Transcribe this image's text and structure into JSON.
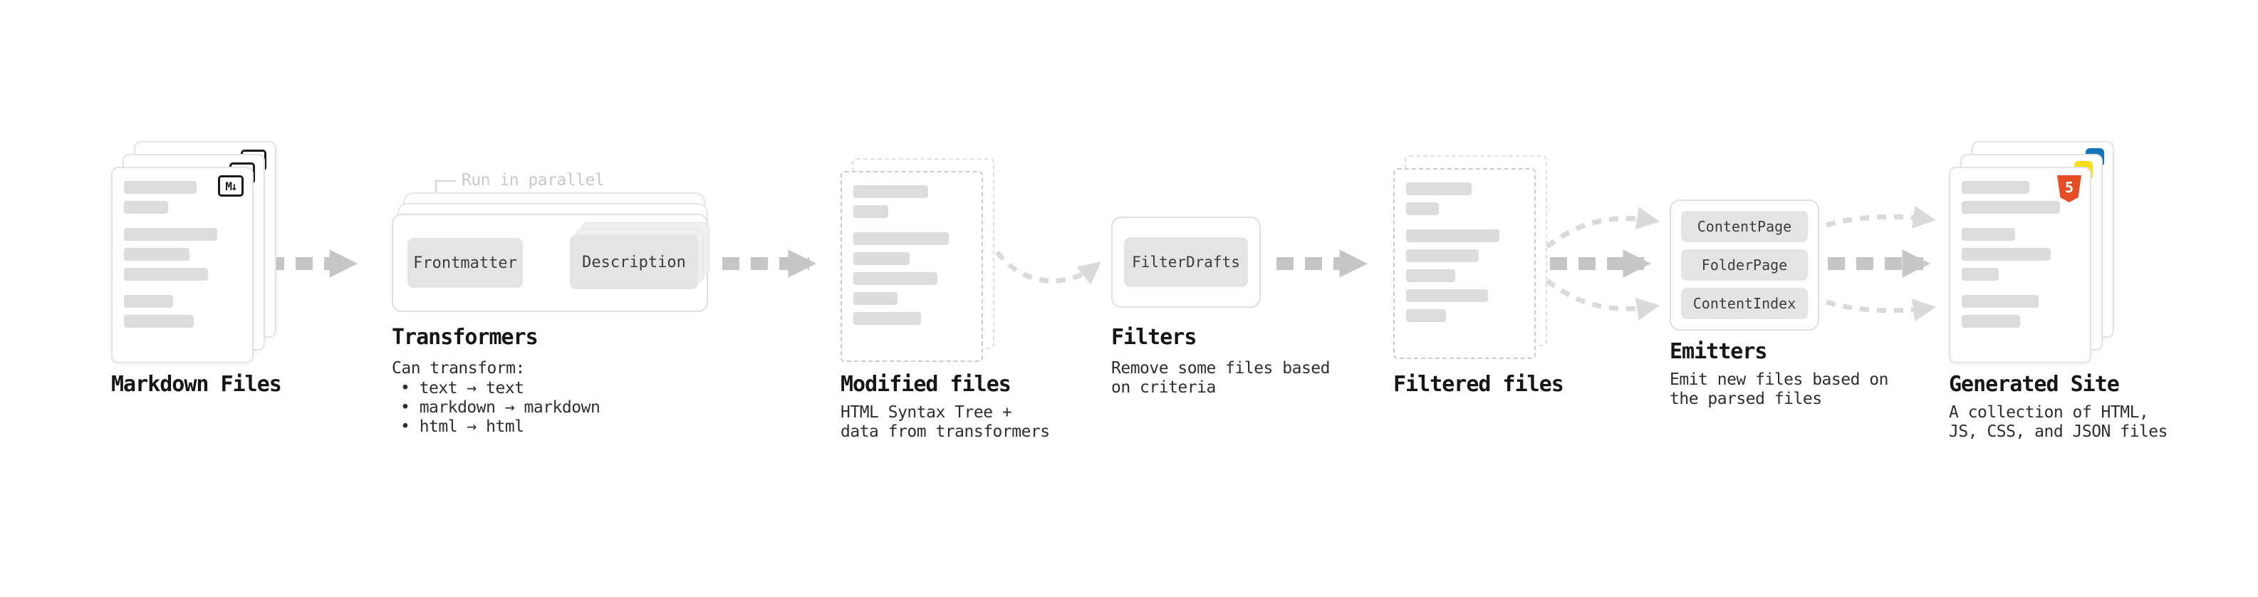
{
  "pipeline": {
    "markdown_files": {
      "heading": "Markdown Files",
      "badge": "M↓"
    },
    "transformers": {
      "heading": "Transformers",
      "note": "Run in parallel",
      "node_frontmatter": "Frontmatter",
      "node_description": "Description",
      "caption_lines": [
        "Can transform:",
        "• text → text",
        "• markdown → markdown",
        "• html → html"
      ]
    },
    "modified_files": {
      "heading": "Modified files",
      "caption_lines": [
        "HTML Syntax Tree +",
        "data from transformers"
      ]
    },
    "filters": {
      "heading": "Filters",
      "node_filterdrafts": "FilterDrafts",
      "caption_lines": [
        "Remove some files based",
        "on criteria"
      ]
    },
    "filtered_files": {
      "heading": "Filtered files"
    },
    "emitters": {
      "heading": "Emitters",
      "nodes": [
        "ContentPage",
        "FolderPage",
        "ContentIndex"
      ],
      "caption_lines": [
        "Emit new files based on",
        "the parsed files"
      ]
    },
    "generated_site": {
      "heading": "Generated Site",
      "html5_badge": "5",
      "caption_lines": [
        "A collection of HTML,",
        "JS, CSS, and JSON files"
      ]
    },
    "colors": {
      "arrow_gray": "#c6c6c6",
      "arrow_light": "#dadada",
      "node_bg": "#e4e4e4",
      "placeholder_bar": "#dcdcdc",
      "html5_orange": "#e44d26",
      "css_blue": "#1572b6",
      "js_yellow": "#f7df1e"
    }
  }
}
